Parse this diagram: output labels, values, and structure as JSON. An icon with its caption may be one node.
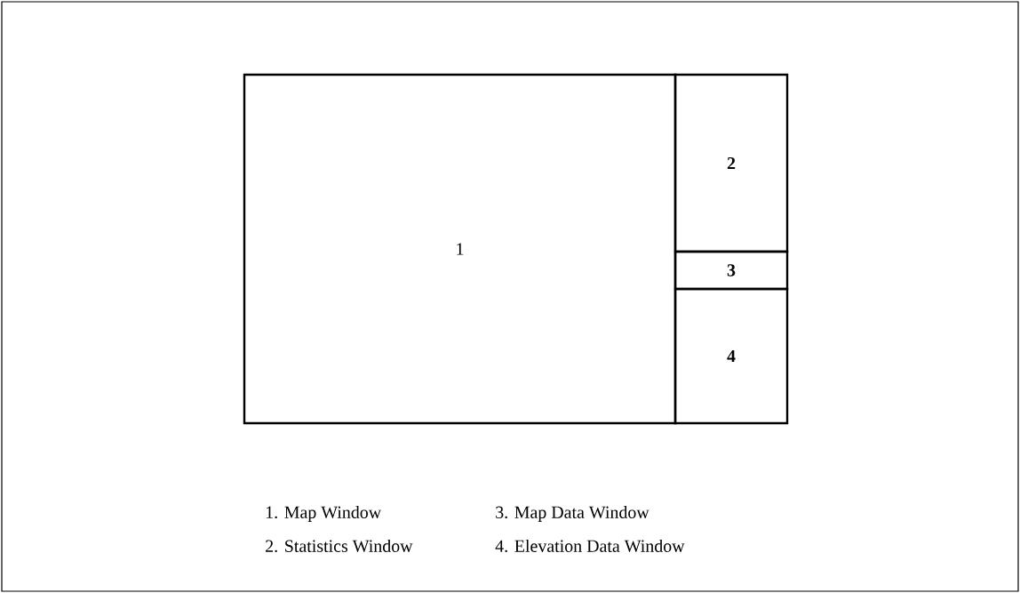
{
  "diagram": {
    "nodes": [
      {
        "text": [
          "1"
        ]
      },
      {
        "text": [
          "2"
        ]
      },
      {
        "text": [
          "3"
        ]
      },
      {
        "text": [
          "4"
        ]
      }
    ],
    "labels": [
      "1.  Map Window",
      "3.  Map Data Window",
      "2.  Statistics Window",
      "4.  Elevation Data Window"
    ]
  }
}
